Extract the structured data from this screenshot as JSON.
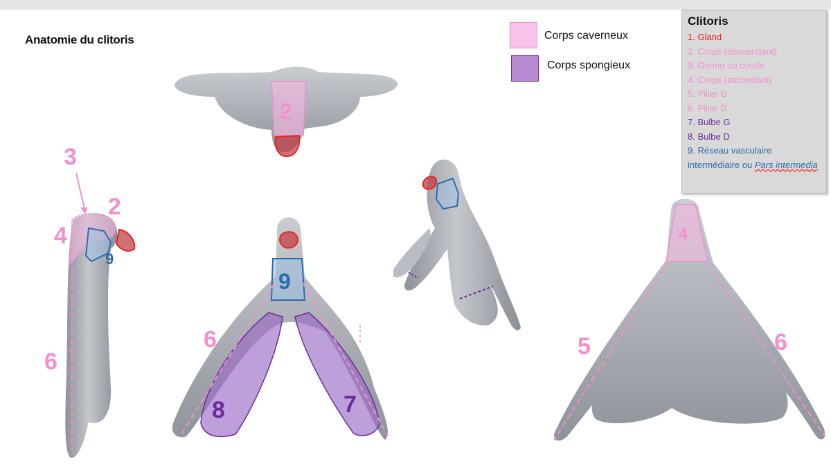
{
  "page": {
    "title": "Anatomie du clitoris"
  },
  "key": {
    "items": [
      {
        "label": "Corps caverneux",
        "color": "#f7b7e3",
        "border": "#e98fcf"
      },
      {
        "label": "Corps spongieux",
        "color": "#b88ad2",
        "border": "#6a2c9a"
      }
    ]
  },
  "legend": {
    "title": "Clitoris",
    "items": [
      {
        "text": "1. Gland",
        "color": "#e8231d"
      },
      {
        "text": "2. Corps (descendant)",
        "color": "#f48fcf"
      },
      {
        "text": "3. Genou ou coude",
        "color": "#f48fcf"
      },
      {
        "text": "4. Corps (ascendant)",
        "color": "#f48fcf"
      },
      {
        "text": "5. Pilier G",
        "color": "#f48fcf"
      },
      {
        "text": "6. Pilier D",
        "color": "#f48fcf"
      },
      {
        "text": "7. Bulbe G",
        "color": "#6a2c9a"
      },
      {
        "text": "8. Bulbe D",
        "color": "#6a2c9a"
      },
      {
        "text": "9. Réseau vasculaire intermédiaire ou",
        "color": "#2b6cb0"
      },
      {
        "text": "Pars intermedia",
        "color": "#2b6cb0"
      }
    ]
  },
  "figure_labels": {
    "top_view": [
      "2"
    ],
    "side_view": [
      "3",
      "2",
      "4",
      "9",
      "6"
    ],
    "front_view": [
      "9",
      "6",
      "8",
      "7"
    ],
    "oblique_view": [],
    "back_view": [
      "4",
      "5",
      "6"
    ]
  },
  "colors": {
    "pink": "#f48fcf",
    "purple": "#6a2c9a",
    "blue": "#2b6cb0",
    "red": "#e8231d",
    "organ": "#a9adb4"
  }
}
